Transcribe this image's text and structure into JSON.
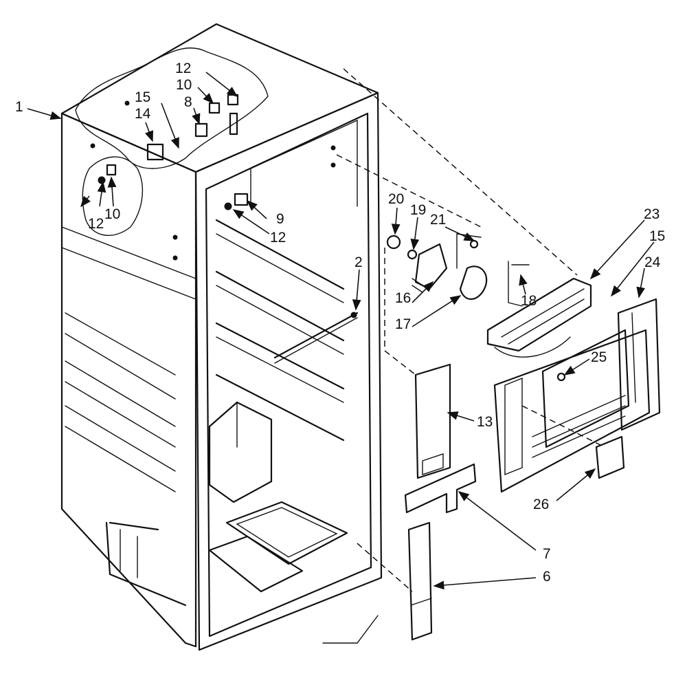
{
  "labels": {
    "l1": "1",
    "l2": "2",
    "l6": "6",
    "l7": "7",
    "l8": "8",
    "l9": "9",
    "l10a": "10",
    "l10b": "10",
    "l12a": "12",
    "l12b": "12",
    "l12c": "12",
    "l13": "13",
    "l14": "14",
    "l15a": "15",
    "l15b": "15",
    "l16": "16",
    "l17": "17",
    "l18": "18",
    "l19": "19",
    "l20": "20",
    "l21": "21",
    "l23": "23",
    "l24": "24",
    "l25": "25",
    "l26": "26"
  }
}
